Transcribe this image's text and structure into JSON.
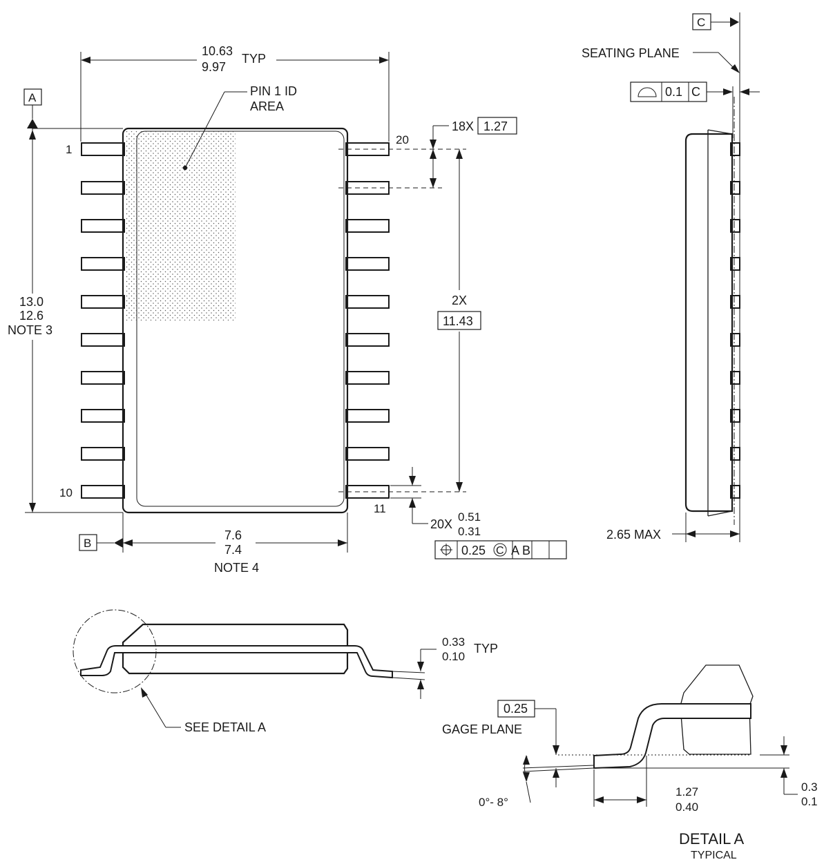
{
  "datums": {
    "a": "A",
    "b": "B",
    "c": "C"
  },
  "top_view": {
    "width_max": "10.63",
    "width_min": "9.97",
    "width_typ": "TYP",
    "pin1_label_line1": "PIN 1 ID",
    "pin1_label_line2": "AREA",
    "pin_1": "1",
    "pin_10": "10",
    "pin_11": "11",
    "pin_20": "20",
    "length_max": "13.0",
    "length_min": "12.6",
    "length_note": "NOTE 3",
    "body_width_max": "7.6",
    "body_width_min": "7.4",
    "body_width_note": "NOTE 4",
    "pitch_count": "18X",
    "pitch_value": "1.27",
    "span_count": "2X",
    "span_value": "11.43",
    "lead_width_count": "20X",
    "lead_width_max": "0.51",
    "lead_width_min": "0.31",
    "position_tolerance": "0.25",
    "position_modifier": "C",
    "position_refs": "A B"
  },
  "side_view": {
    "seating_plane": "SEATING PLANE",
    "flatness_value": "0.1",
    "flatness_datum": "C",
    "height_max": "2.65 MAX"
  },
  "front_view": {
    "lead_thickness_max": "0.33",
    "lead_thickness_min": "0.10",
    "lead_thickness_typ": "TYP",
    "see_detail": "SEE DETAIL A"
  },
  "detail_a": {
    "gage_value": "0.25",
    "gage_plane": "GAGE PLANE",
    "angle": "0°- 8°",
    "foot_length_max": "1.27",
    "foot_length_min": "0.40",
    "standoff_max": "0.3",
    "standoff_min": "0.1",
    "title": "DETAIL A",
    "subtitle": "TYPICAL"
  }
}
